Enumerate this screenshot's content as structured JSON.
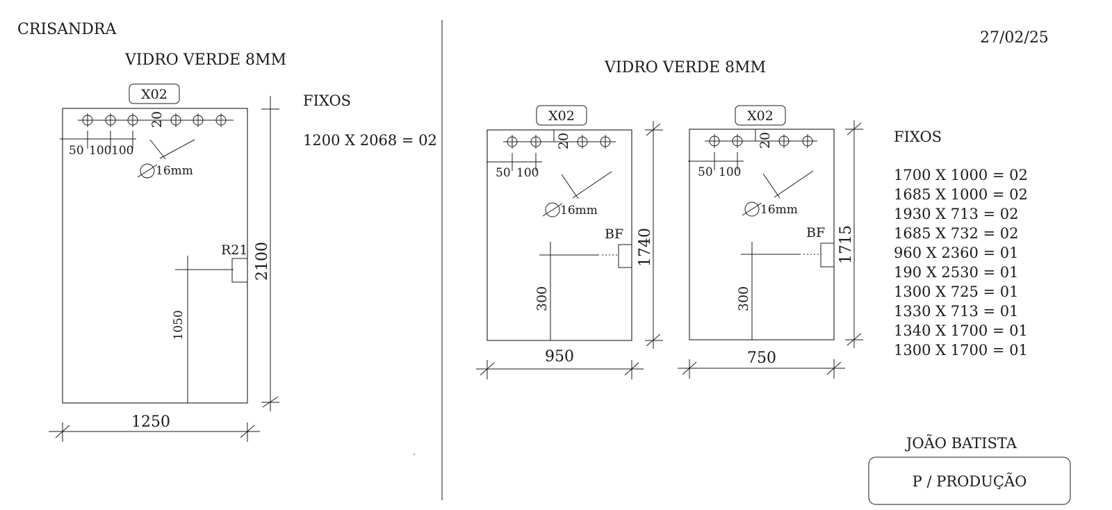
{
  "header": {
    "client": "CRISANDRA",
    "date": "27/02/25"
  },
  "left_sheet": {
    "material": "VIDRO VERDE 8MM",
    "label": "X02",
    "hole_spacing": [
      "50",
      "100",
      "100"
    ],
    "hole_offset": "20",
    "hole_diameter": "16mm",
    "cutout_label": "R21",
    "cutout_height": "1050",
    "height": "2100",
    "width": "1250",
    "fixed_title": "FIXOS",
    "fixed_items": [
      "1200 X 2068 = 02"
    ]
  },
  "right_sheet": {
    "material": "VIDRO VERDE 8MM",
    "panels": [
      {
        "label": "X02",
        "hole_spacing": [
          "50",
          "100"
        ],
        "hole_offset": "20",
        "hole_diameter": "16mm",
        "cutout_label": "BF",
        "cutout_height": "300",
        "height": "1740",
        "width": "950"
      },
      {
        "label": "X02",
        "hole_spacing": [
          "50",
          "100"
        ],
        "hole_offset": "20",
        "hole_diameter": "16mm",
        "cutout_label": "BF",
        "cutout_height": "300",
        "height": "1715",
        "width": "750"
      }
    ],
    "fixed_title": "FIXOS",
    "fixed_items": [
      "1700 X 1000 = 02",
      "1685 X 1000 = 02",
      "1930 X 713 = 02",
      "1685 X 732 = 02",
      "960 X 2360 = 01",
      "190 X 2530 = 01",
      "1300 X 725 = 01",
      "1330 X 713 = 01",
      "1340 X 1700 = 01",
      "1300 X 1700 = 01"
    ]
  },
  "footer": {
    "author": "JOÃO BATISTA",
    "stamp": "P / PRODUÇÃO"
  }
}
